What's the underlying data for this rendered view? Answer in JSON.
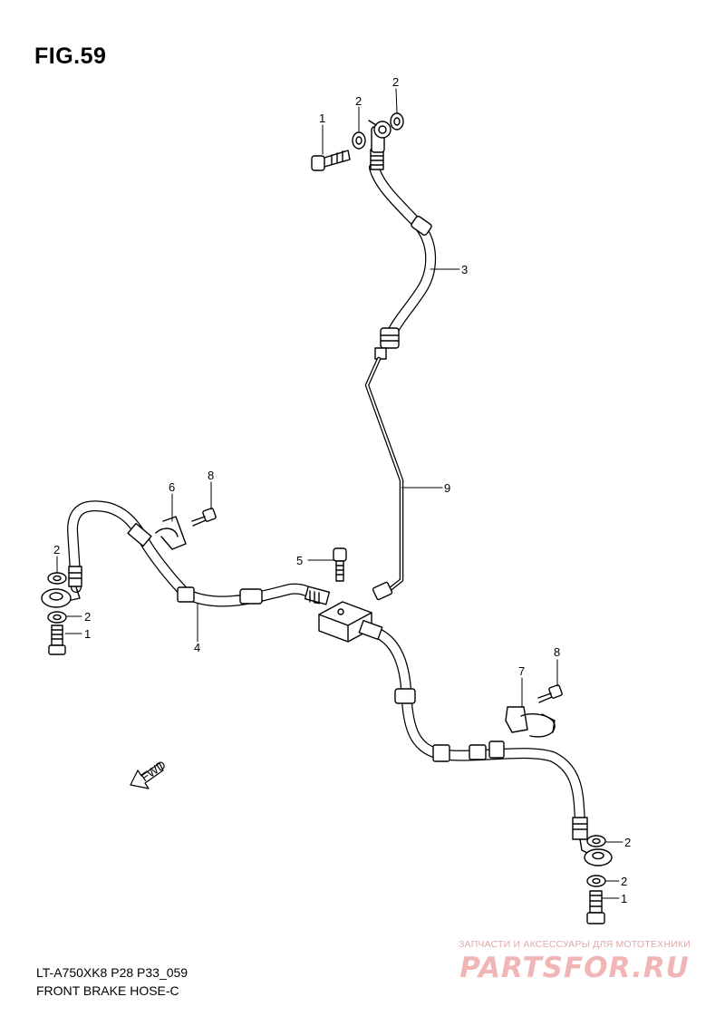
{
  "figure": {
    "title": "FIG.59"
  },
  "callouts": {
    "c1a": "1",
    "c2a": "2",
    "c2b": "2",
    "c3": "3",
    "c9": "9",
    "c6": "6",
    "c8a": "8",
    "c2c": "2",
    "c2d": "2",
    "c1b": "1",
    "c4": "4",
    "c5": "5",
    "c7": "7",
    "c8b": "8",
    "c2e": "2",
    "c2f": "2",
    "c1c": "1"
  },
  "fwd_label": "FWD",
  "footer": {
    "line1": "LT-A750XK8 P28 P33_059",
    "line2": "FRONT BRAKE  HOSE-C"
  },
  "watermark": {
    "tagline": "ЗАПЧАСТИ И АКСЕССУАРЫ ДЛЯ МОТОТЕХНИКИ",
    "logo": "PARTSFOR.RU"
  },
  "colors": {
    "line": "#000000",
    "watermark": "#f2b5b5"
  }
}
